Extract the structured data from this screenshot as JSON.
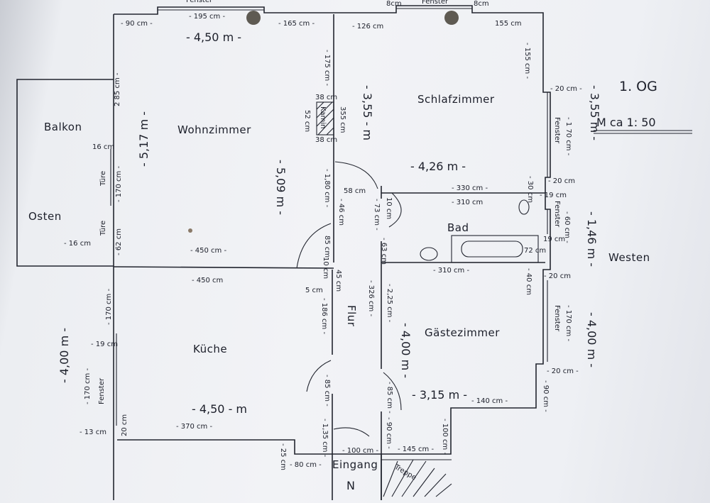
{
  "floor": {
    "label": "1. OG",
    "scale": "M ca 1: 50"
  },
  "rooms": {
    "balkon": "Balkon",
    "wohnzimmer": "Wohnzimmer",
    "schlafzimmer": "Schlafzimmer",
    "bad": "Bad",
    "kueche": "Küche",
    "flur": "Flur",
    "gaestezimmer": "Gästezimmer",
    "eingang": "Eingang",
    "treppe": "Treppe",
    "kamin": "Kamin"
  },
  "orientation": {
    "osten": "Osten",
    "westen": "Westen",
    "north_symbol": "N"
  },
  "labels": {
    "fenster": "Fenster",
    "tuere": "Türe"
  },
  "dimensions": {
    "top_90": "- 90 cm -",
    "top_195": "- 195 cm -",
    "top_165": "- 165 cm -",
    "top_126": "- 126 cm",
    "top_155": "155 cm",
    "top_8cm_a": "8cm",
    "top_8cm_b": "8cm",
    "wohn_width": "- 4,50 m -",
    "wohn_height": "- 5,17 m -",
    "wohn_left_285": "2 85 cm -",
    "wohn_right_509": "- 5,09 m -",
    "wohn_175": "- 175 cm -",
    "wohn_355": "355 cm",
    "wohn_180": "- 1,80 cm -",
    "wohn_bottom_450": "- 450 cm -",
    "kamin_38a": "38 cm",
    "kamin_38b": "38 cm",
    "kamin_52": "52 cm",
    "balkon_16": "16 cm",
    "balkon_170": "- 170 cm -",
    "balkon_62": "- 62 cm",
    "balkon_16b": "- 16 cm",
    "schlaf_355m": "- 3,55 - m",
    "schlaf_426": "- 4,26 m -",
    "schlaf_330": "- 330 cm -",
    "schlaf_310": "- 310 cm",
    "schlaf_20a": "- 20 cm -",
    "schlaf_355_outer": "- 3,55 m -",
    "schlaf_170": "- 1 70 cm -",
    "schlaf_20b": "- 20 cm",
    "schlaf_30": "- 30 cm",
    "schlaf_155": "- 155 cm -",
    "mid_58": "58 cm",
    "mid_46": "- 46 cm",
    "mid_10": "10 cm",
    "mid_73": "- 73 cm -",
    "bad_19a": "- 19 cm",
    "bad_60": "- 60 cm -",
    "bad_19b": "19 cm",
    "bad_146": "- 1,46 m -",
    "bad_72": "72 cm",
    "bad_63": "- 63 cm",
    "bad_310": "- 310 cm -",
    "bad_40": "- 40 cm",
    "flur_85a": "85 cm",
    "flur_10": "10 cm",
    "flur_45": "45 cm",
    "flur_5": "5 cm",
    "flur_186": "- 186 cm -",
    "flur_326": "- 326 cm -",
    "flur_225": "- 2,25 cm -",
    "flur_85b": "- 85 cm -",
    "flur_135": "- 1,35 cm -",
    "flur_100": "- 100 cm -",
    "flur_25": "- 25 cm",
    "flur_80": "- 80 cm -",
    "kueche_450": "- 450 cm",
    "kueche_400": "- 4,00 m -",
    "kueche_170": "- 170 cm -",
    "kueche_19": "- 19 cm",
    "kueche_170b": "- 170 cm -",
    "kueche_20": "20 cm",
    "kueche_13": "- 13 cm",
    "kueche_450m": "- 4,50 - m",
    "kueche_370": "- 370 cm -",
    "gast_20a": "- 20 cm",
    "gast_400": "- 4,00 m -",
    "gast_170": "- 170 cm -",
    "gast_20b": "- 20 cm -",
    "gast_90": "- 90 cm -",
    "gast_400b": "- 4,00 m -",
    "gast_315": "- 3,15 m -",
    "gast_140": "- 140 cm -",
    "gast_85": "- 85 cm -",
    "gast_100": "- 100 cm -",
    "gast_145": "- 145 cm -",
    "gast_90b": "- 90 cm -"
  }
}
